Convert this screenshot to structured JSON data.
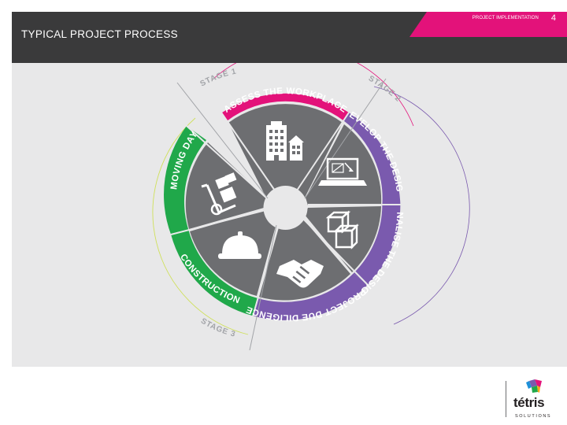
{
  "header": {
    "title": "TYPICAL PROJECT PROCESS",
    "section": "PROJECT IMPLEMENTATION",
    "page_number": "4"
  },
  "diagram": {
    "segments": [
      {
        "label": "ASSESS THE WORKPLACE",
        "color": "#e3127a",
        "icon": "buildings-icon"
      },
      {
        "label": "DEVELOP THE DESIGN",
        "color": "#7a5aae",
        "icon": "laptop-design-icon"
      },
      {
        "label": "FINALISE THE DESIGN",
        "color": "#7a5aae",
        "icon": "floor-plan-boxes-icon"
      },
      {
        "label": "PROJECT DUE DILIGENCE",
        "color": "#7a5aae",
        "icon": "handshake-icon"
      },
      {
        "label": "CONSTRUCTION",
        "color": "#20a84a",
        "icon": "hard-hat-icon"
      },
      {
        "label": "MOVING DAY",
        "color": "#20a84a",
        "icon": "hand-truck-boxes-icon"
      }
    ],
    "stages": [
      "STAGE 1",
      "STAGE 2",
      "STAGE 3"
    ],
    "colors": {
      "wedge": "#6d6e71",
      "hub": "#e8e8e9",
      "stage_line": "#a2a4a8",
      "pink": "#e3127a",
      "purple": "#7a5aae",
      "green": "#20a84a",
      "yellow": "#cfe05a"
    }
  },
  "logo": {
    "word": "tétris",
    "sub": "SOLUTIONS"
  }
}
